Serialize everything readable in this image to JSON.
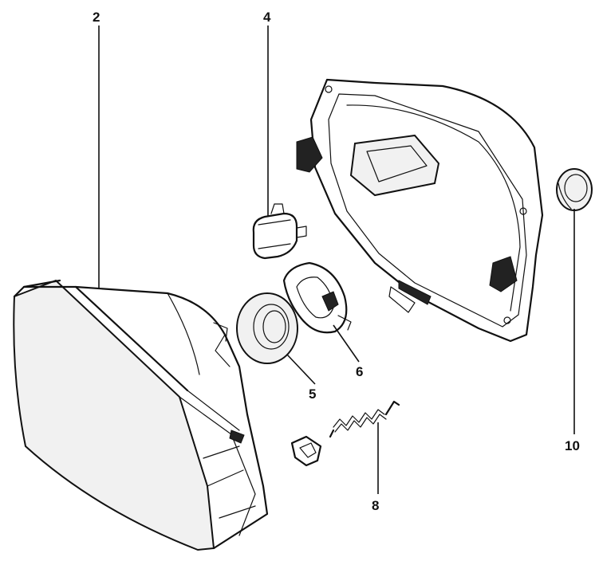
{
  "callouts": {
    "c2": "2",
    "c4": "4",
    "c5": "5",
    "c6": "6",
    "c8": "8",
    "c10": "10"
  }
}
